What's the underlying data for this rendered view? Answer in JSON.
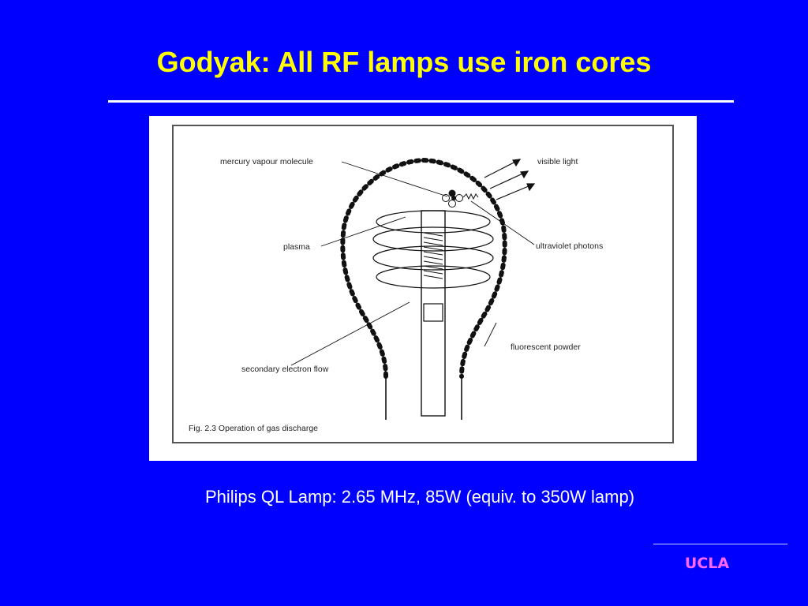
{
  "slide": {
    "title": "Godyak:  All RF lamps use iron cores",
    "caption": "Philips QL Lamp:  2.65 MHz, 85W (equiv. to 350W lamp)",
    "logo": "UCLA"
  },
  "figure": {
    "labels": {
      "mercury": "mercury vapour molecule",
      "visible": "visible light",
      "plasma": "plasma",
      "uv": "ultraviolet photons",
      "powder": "fluorescent powder",
      "electron": "secondary electron flow"
    },
    "fig_caption": "Fig. 2.3 Operation of gas discharge"
  },
  "colors": {
    "background": "#0000ff",
    "title": "#ffff00",
    "text": "#ffffff",
    "logo": "#ff66ff"
  }
}
